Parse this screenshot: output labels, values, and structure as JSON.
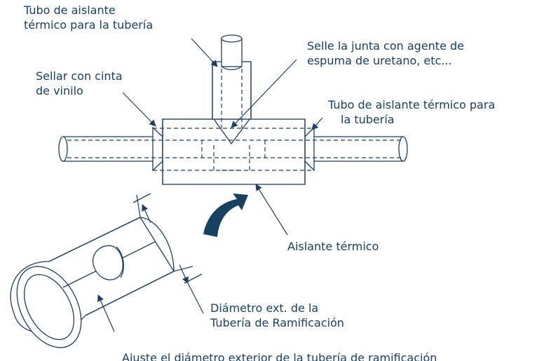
{
  "labels": {
    "pipe_insulation_top": [
      "Tubo de aislante",
      "térmico para la tubería"
    ],
    "seal_joint": [
      "Selle la junta con agente de",
      "espuma de uretano, etc..."
    ],
    "seal_vinyl": [
      "Sellar con cinta",
      "de vinilo"
    ],
    "pipe_insulation_right": [
      "Tubo de aislante térmico para",
      "la tubería"
    ],
    "thermal_insulation": "Aislante térmico",
    "branch_diameter": [
      "Diámetro ext. de la",
      "Tubería de Ramificación"
    ],
    "bottom_cut": "Ajuste el diámetro exterior de la tubería de ramificación"
  },
  "colors": {
    "line": "#1b3f66",
    "text": "#14406a",
    "arrow": "#16415f"
  },
  "icons": {
    "curved_arrow": "curved-arrow-icon"
  }
}
